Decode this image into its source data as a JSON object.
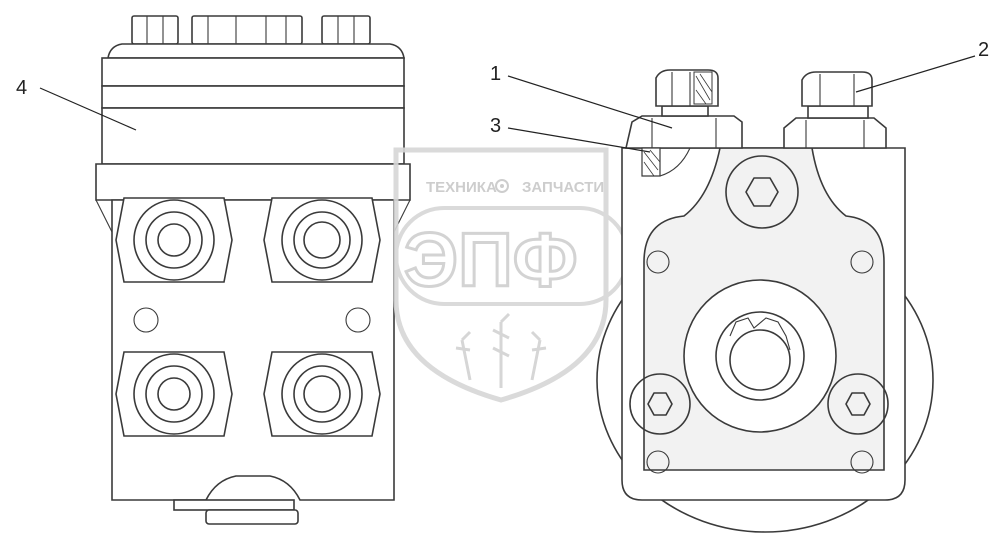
{
  "callouts": [
    {
      "label": "1"
    },
    {
      "label": "2"
    },
    {
      "label": "3"
    },
    {
      "label": "4"
    }
  ],
  "watermark": {
    "line1_left": "ТЕХНИКА",
    "line1_right": "ЗАПЧАСТИ",
    "big": "ЭПФ",
    "color": "#d0d0d0",
    "icon": "gear-icon"
  },
  "colors": {
    "stroke": "#3a3a3a",
    "background": "#ffffff"
  }
}
